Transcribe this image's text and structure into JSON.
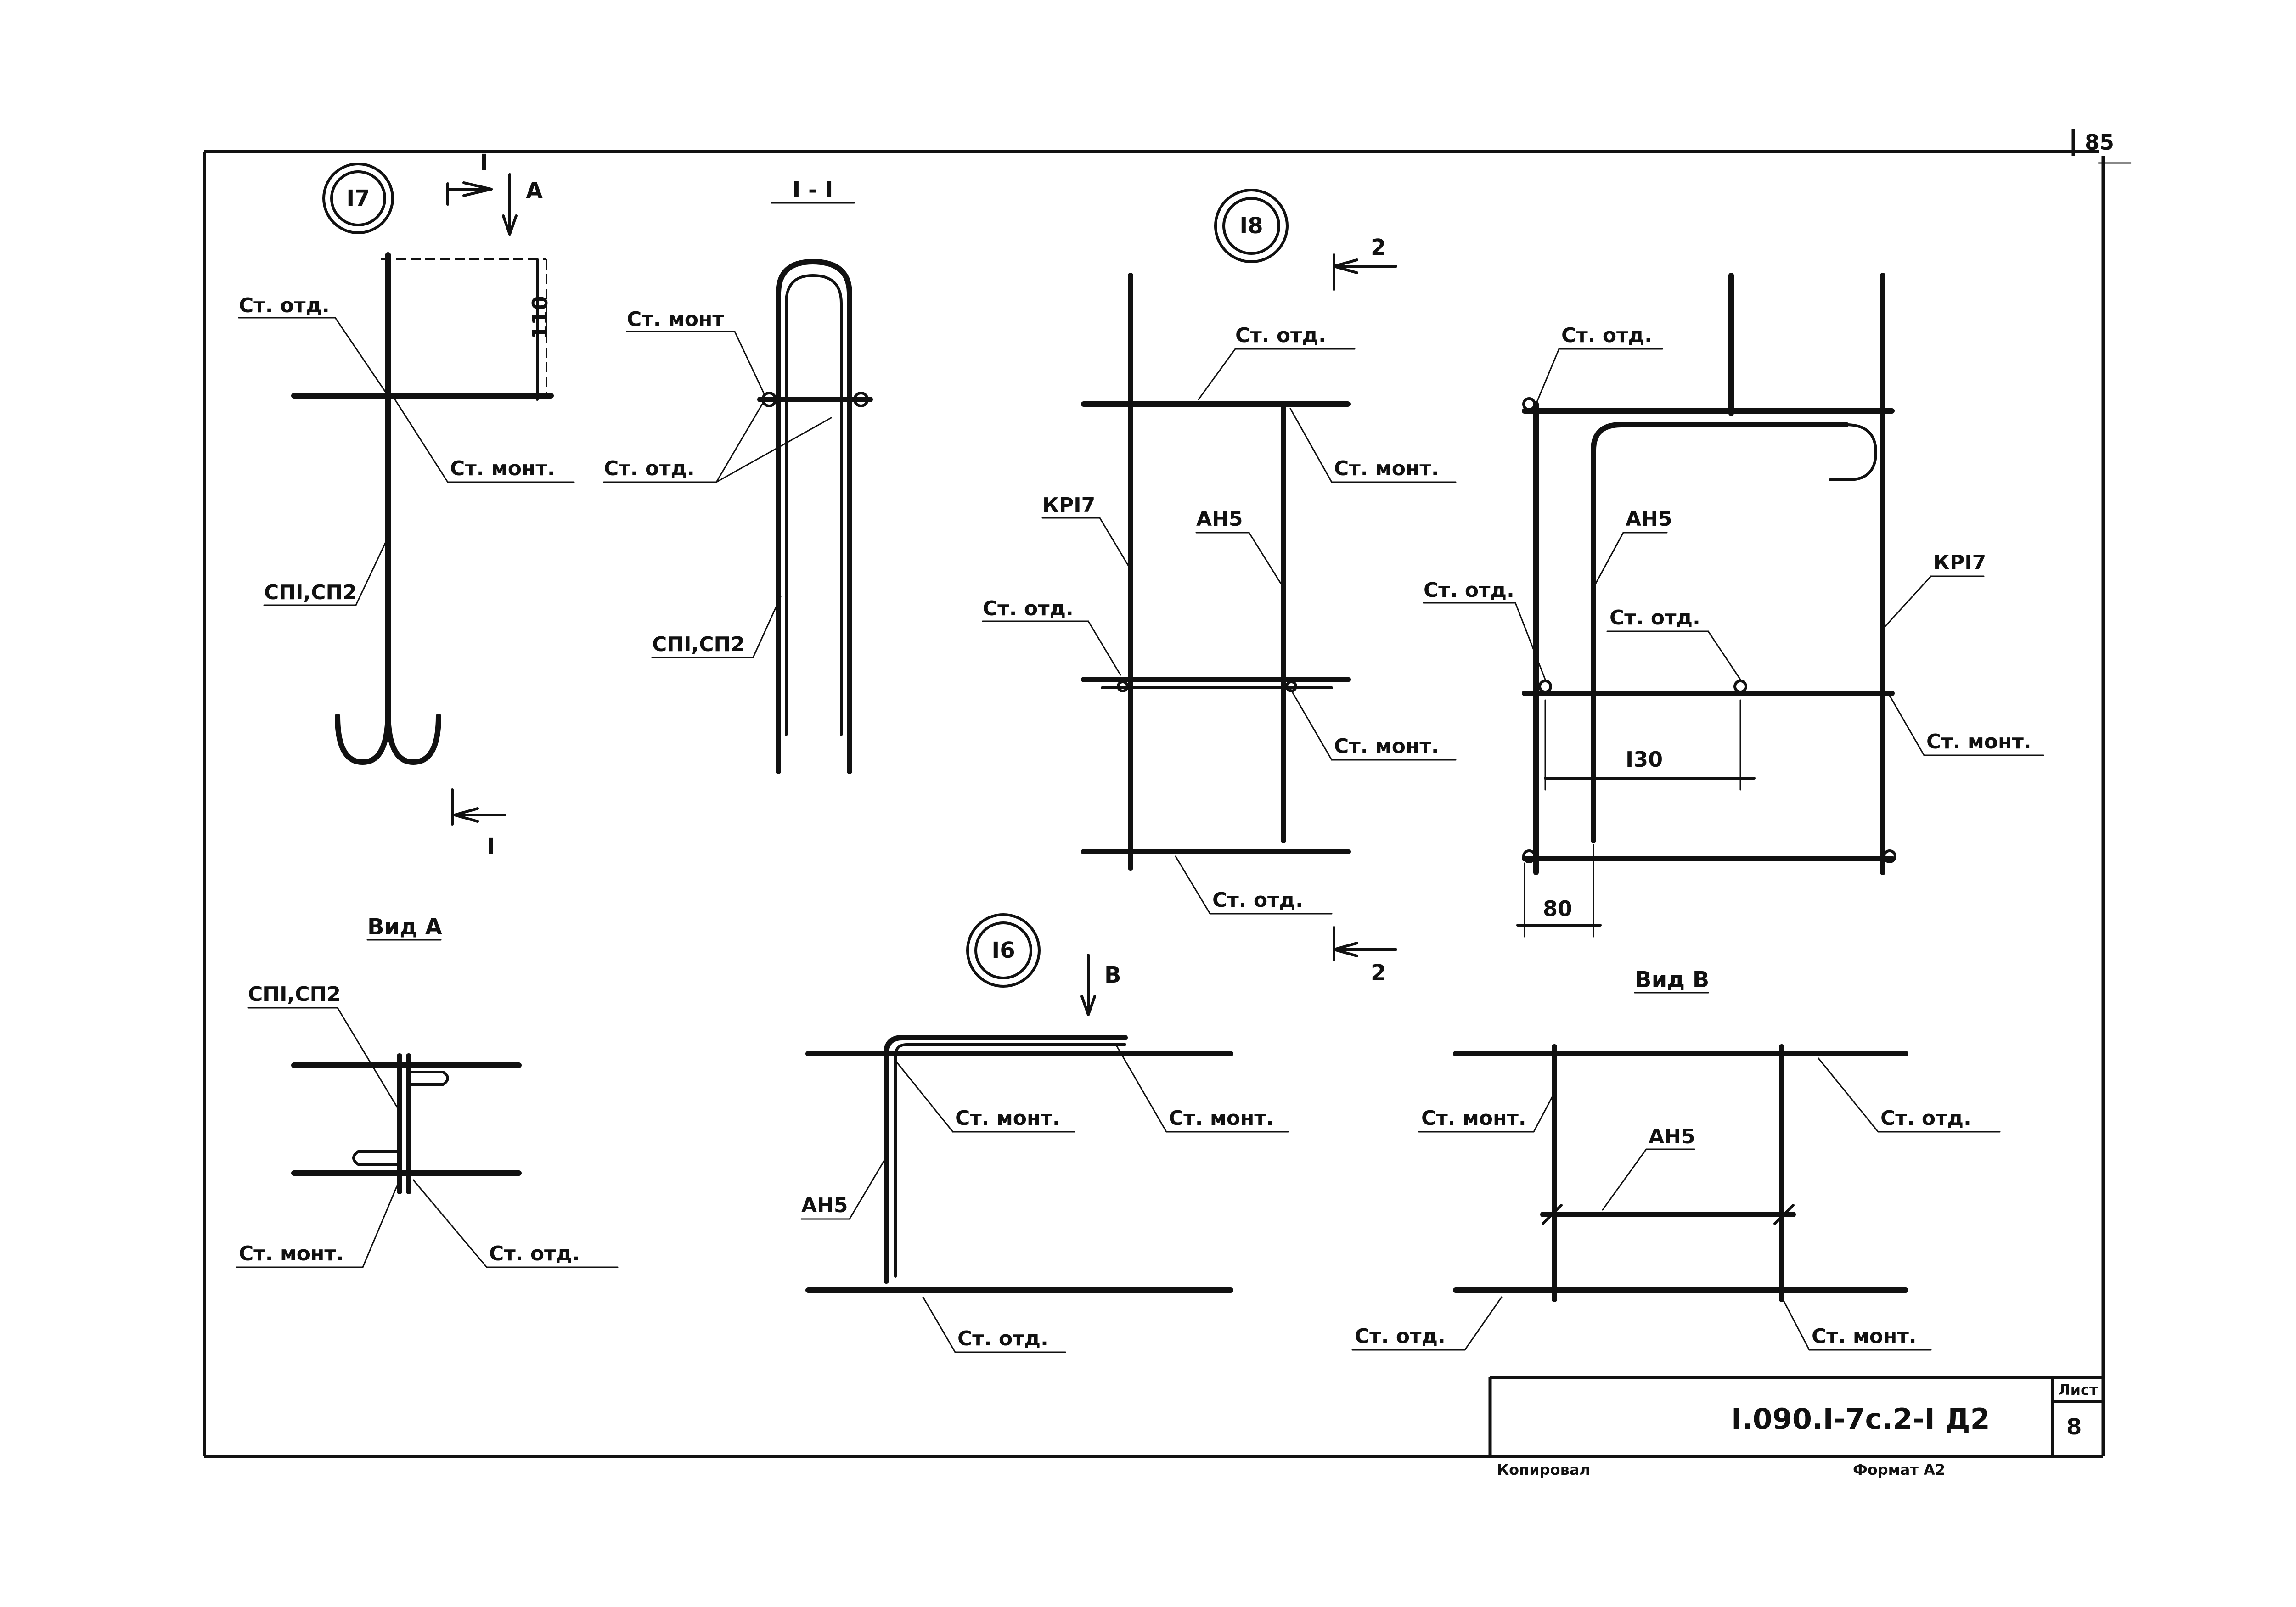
{
  "sheet": {
    "page_number": "85",
    "drawing_code": "I.090.I-7c.2-I Д2",
    "list_label": "Лист",
    "list_number": "8",
    "copied_by": "Копировал",
    "format": "Формат А2"
  },
  "labels": {
    "st_otd": "Ст. отд.",
    "st_mont": "Ст. монт.",
    "st_mont_short": "Ст. монт",
    "sp1_sp2": "СПI,СП2",
    "kr17": "КРI7",
    "an5": "АН5",
    "st_otd_abbrev": "Ст. отд."
  },
  "nodes": {
    "n17": "I7",
    "n18": "I8",
    "n16": "I6"
  },
  "sections": {
    "s1": "I",
    "s1_title": "I - I",
    "a": "А",
    "b": "В",
    "s2": "2",
    "view_a": "Вид А",
    "view_b": "Вид В"
  },
  "dimensions": {
    "d110": "110",
    "d130": "I30",
    "d80": "80"
  }
}
